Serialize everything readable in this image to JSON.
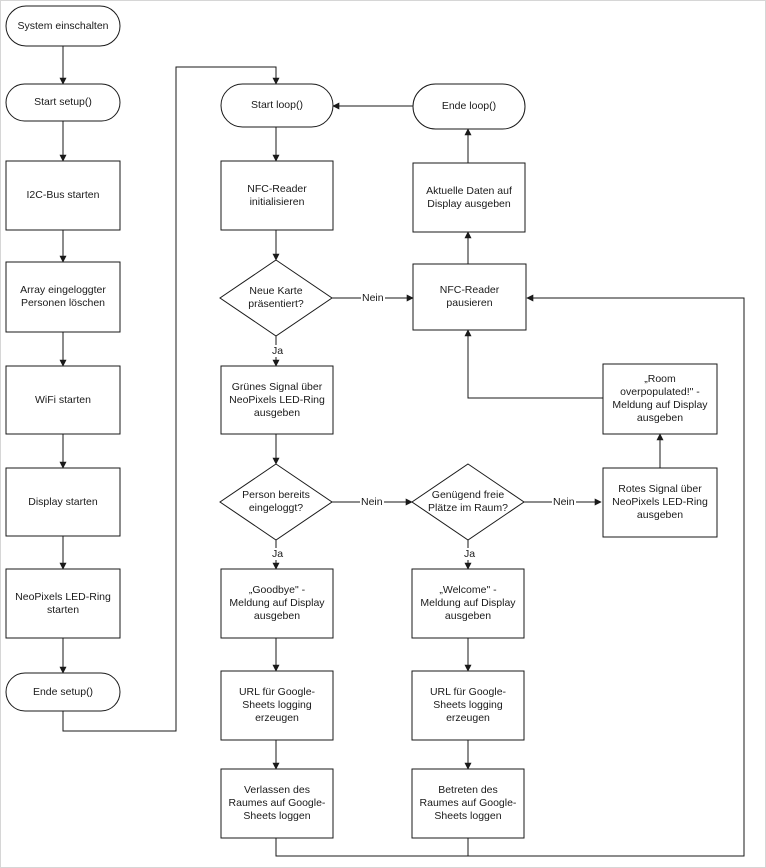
{
  "nodes": {
    "system_on": "System einschalten",
    "start_setup": "Start setup()",
    "i2c": "I2C-Bus starten",
    "array_clear": "Array eingeloggter\nPersonen löschen",
    "wifi": "WiFi starten",
    "display": "Display starten",
    "neopixel_start": "NeoPixels LED-Ring\nstarten",
    "end_setup": "Ende setup()",
    "start_loop": "Start loop()",
    "nfc_init": "NFC-Reader\ninitialisieren",
    "new_card": "Neue Karte\npräsentiert?",
    "green_signal": "Grünes Signal über\nNeoPixels LED-Ring\nausgeben",
    "logged_in": "Person bereits\neingeloggt?",
    "goodbye": "„Goodbye\" -\nMeldung auf Display\nausgeben",
    "url_left": "URL für Google-\nSheets logging\nerzeugen",
    "leave_log": "Verlassen des\nRaumes auf Google-\nSheets loggen",
    "free_places": "Genügend freie\nPlätze im Raum?",
    "welcome": "„Welcome\" -\nMeldung auf Display\nausgeben",
    "url_right": "URL für Google-\nSheets logging\nerzeugen",
    "enter_log": "Betreten des\nRaumes auf Google-\nSheets loggen",
    "end_loop": "Ende loop()",
    "show_data": "Aktuelle Daten auf\nDisplay ausgeben",
    "nfc_pause": "NFC-Reader\npausieren",
    "overpopulated": "„Room\noverpopulated!\" -\nMeldung auf Display\nausgeben",
    "red_signal": "Rotes Signal über\nNeoPixels LED-Ring\nausgeben"
  },
  "edge_labels": {
    "nein_card": "Nein",
    "ja_card": "Ja",
    "nein_logged": "Nein",
    "ja_logged": "Ja",
    "nein_places": "Nein",
    "ja_places": "Ja"
  },
  "colors": {
    "stroke": "#1a1a1a",
    "fill": "#ffffff",
    "text": "#1a1a1a"
  }
}
